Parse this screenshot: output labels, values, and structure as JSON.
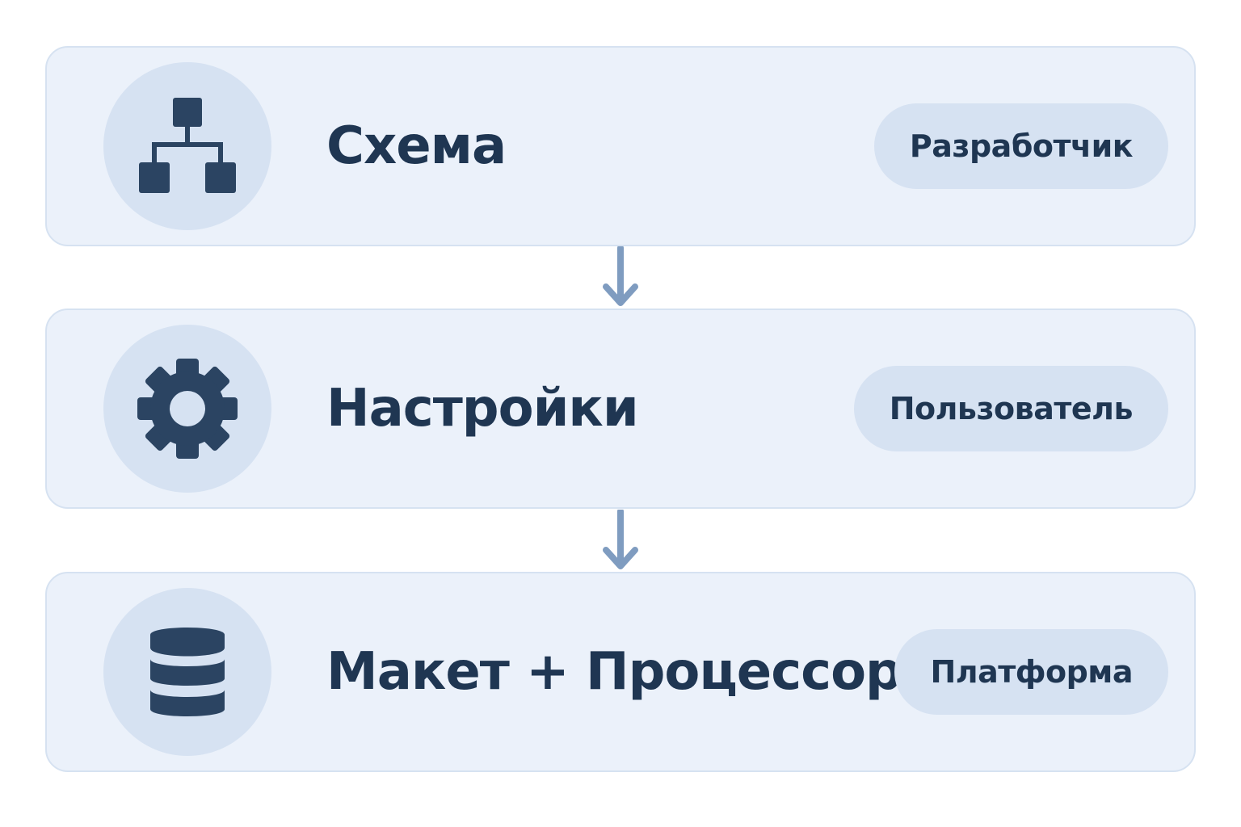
{
  "steps": [
    {
      "title": "Схема",
      "badge": "Разработчик",
      "icon": "hierarchy-icon"
    },
    {
      "title": "Настройки",
      "badge": "Пользователь",
      "icon": "gear-icon"
    },
    {
      "title": "Макет + Процессор",
      "badge": "Платформа",
      "icon": "database-icon"
    }
  ],
  "colors": {
    "card_bg": "#ebf1fa",
    "card_border": "#d6e2f1",
    "icon_bg": "#d6e2f2",
    "text": "#1f3652",
    "icon": "#2b4462",
    "arrow": "#7f9cc0"
  }
}
